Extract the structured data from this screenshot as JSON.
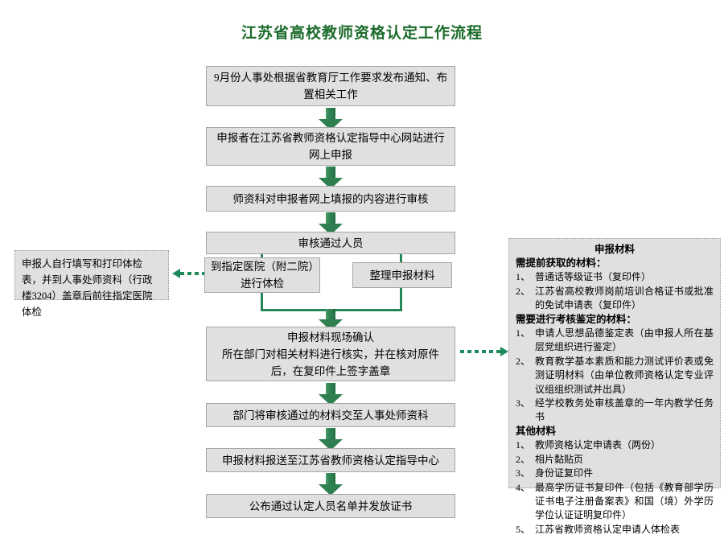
{
  "title": "江苏省高校教师资格认定工作流程",
  "accent_color": "#1a6b2a",
  "arrow_color": "#2f8050",
  "node_fill": "#e0e0e0",
  "node_border": "#a6a6a6",
  "flow": {
    "step1": "9月份人事处根据省教育厅工作要求发布通知、布置相关工作",
    "step2": "申报者在江苏省教师资格认定指导中心网站进行网上申报",
    "step3": "师资科对申报者网上填报的内容进行审核",
    "step4": "审核通过人员",
    "branch_left": "到指定医院（附二院）进行体检",
    "branch_right": "整理申报材料",
    "step5": "申报材料现场确认\n所在部门对相关材料进行核实，并在核对原件后，在复印件上签字盖章",
    "step6": "部门将审核通过的材料交至人事处师资科",
    "step7": "申报材料报送至江苏省教师资格认定指导中心",
    "step8": "公布通过认定人员名单并发放证书"
  },
  "side_note": "申报人自行填写和打印体检表，并到人事处师资科（行政楼3204）盖章后前往指定医院体检",
  "materials": {
    "title": "申报材料",
    "sections": [
      {
        "heading": "需提前获取的材料：",
        "items": [
          {
            "num": "1、",
            "text": "普通话等级证书（复印件）"
          },
          {
            "num": "2、",
            "text": "江苏省高校教师岗前培训合格证书或批准的免试申请表（复印件）"
          }
        ]
      },
      {
        "heading": "需要进行考核鉴定的材料：",
        "items": [
          {
            "num": "1、",
            "text": "申请人思想品德鉴定表（由申报人所在基层党组织进行鉴定）"
          },
          {
            "num": "2、",
            "text": "教育教学基本素质和能力测试评价表或免测证明材料（由单位教师资格认定专业评议组组织测试并出具）"
          },
          {
            "num": "3、",
            "text": "经学校教务处审核盖章的一年内教学任务书"
          }
        ]
      },
      {
        "heading": "其他材料",
        "items": [
          {
            "num": "1、",
            "text": "教师资格认定申请表（两份）"
          },
          {
            "num": "2、",
            "text": "相片黏贴页"
          },
          {
            "num": "3、",
            "text": "身份证复印件"
          },
          {
            "num": "4、",
            "text": "最高学历证书复印件（包括《教育部学历证书电子注册备案表》和国（境）外学历学位认证证明复印件）"
          },
          {
            "num": "5、",
            "text": "江苏省教师资格认定申请人体检表"
          }
        ]
      }
    ]
  }
}
